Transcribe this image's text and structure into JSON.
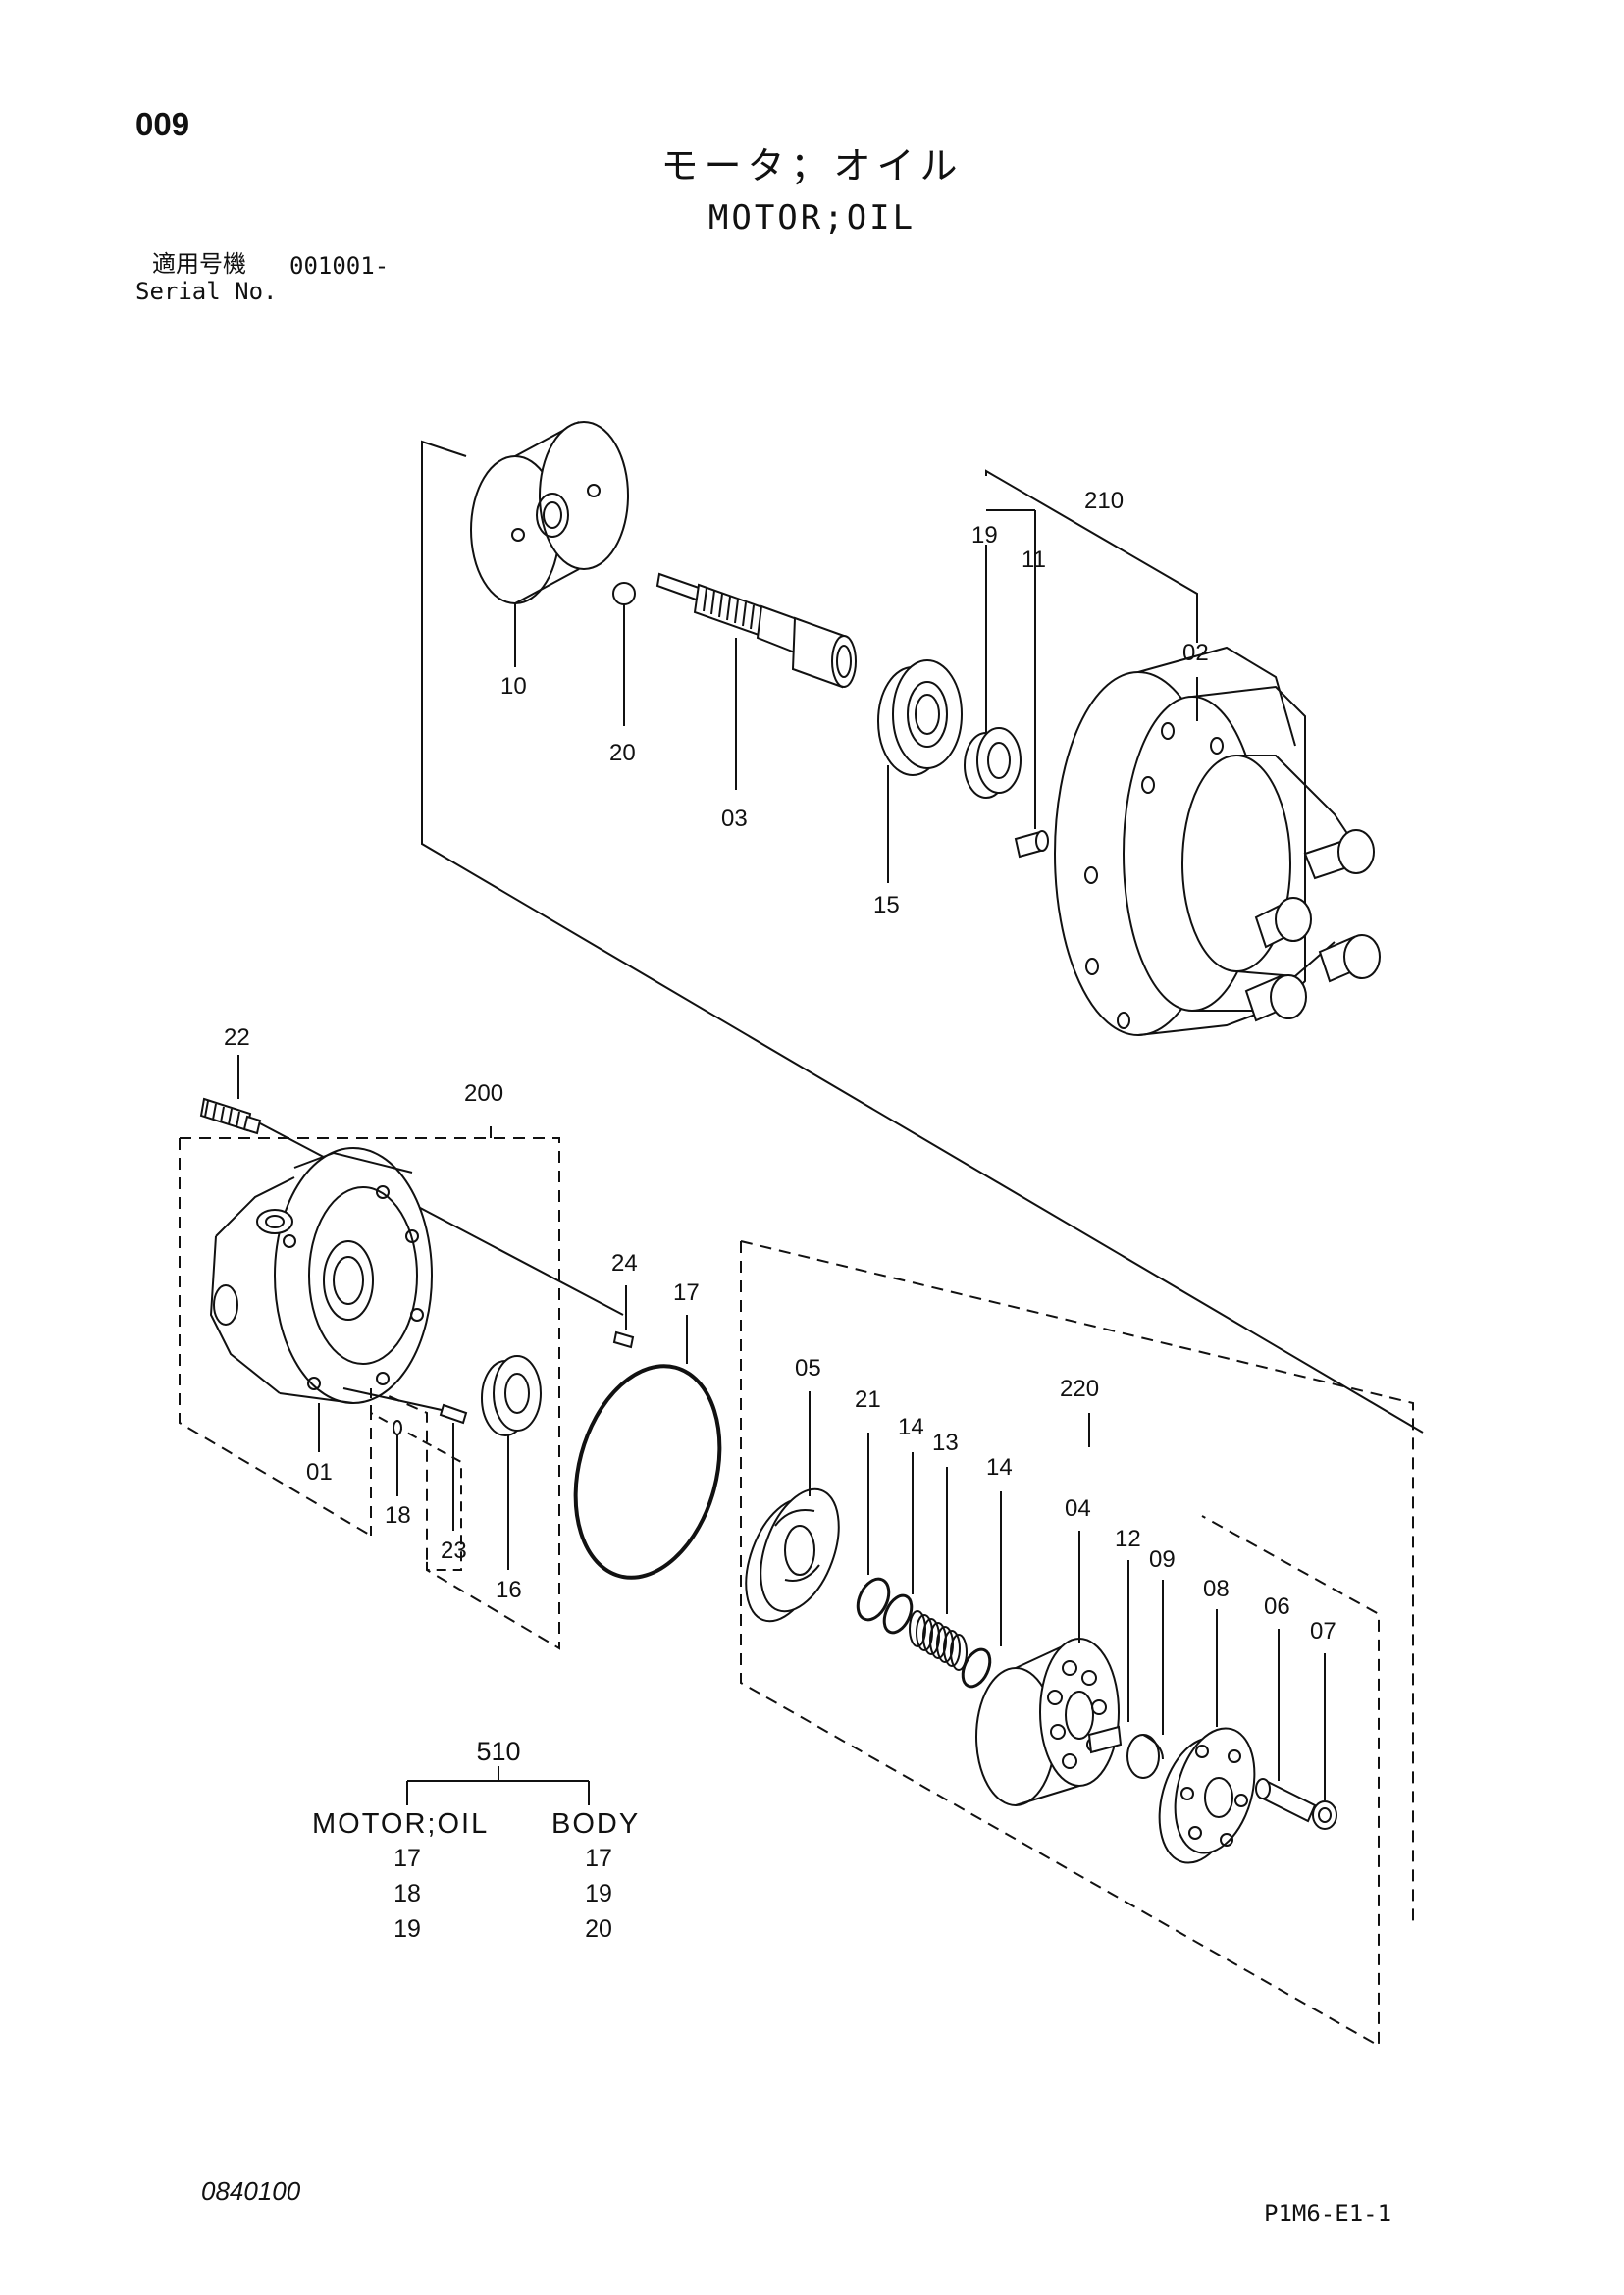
{
  "header": {
    "page_number": "009",
    "title_jp": "モータ；オイル",
    "title_en": "MOTOR;OIL",
    "serial_label_jp": "適用号機",
    "serial_value": "001001-",
    "serial_label_en": "Serial No."
  },
  "callouts": {
    "c10": "10",
    "c20": "20",
    "c03": "03",
    "c15": "15",
    "c19a": "19",
    "c11": "11",
    "c210": "210",
    "c02": "02",
    "c22": "22",
    "c200": "200",
    "c24": "24",
    "c17": "17",
    "c01": "01",
    "c18": "18",
    "c23": "23",
    "c16": "16",
    "c05": "05",
    "c21": "21",
    "c14a": "14",
    "c13": "13",
    "c14b": "14",
    "c220": "220",
    "c04": "04",
    "c12": "12",
    "c09": "09",
    "c08": "08",
    "c06": "06",
    "c07": "07"
  },
  "table": {
    "group_number": "510",
    "columns": [
      "MOTOR;OIL",
      "BODY"
    ],
    "rows": [
      [
        "17",
        "17"
      ],
      [
        "18",
        "19"
      ],
      [
        "19",
        "20"
      ]
    ]
  },
  "footer": {
    "left_code": "0840100",
    "right_code": "P1M6-E1-1"
  }
}
